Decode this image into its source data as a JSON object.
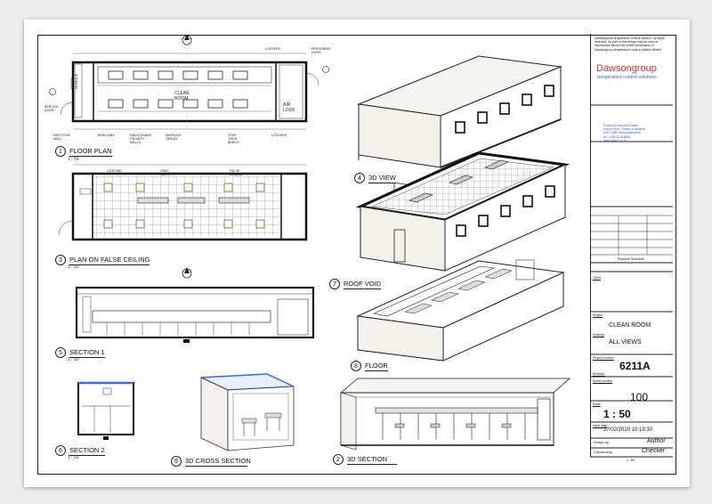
{
  "sheet": {
    "copyright_note": "Dawsongroup temperature control solution. All rights reserved. No part of this design may be used or reproduced without the written permission of Dawsongroup temperature control solution limited.",
    "company_name": "Dawsongroup",
    "company_tagline": "temperature control solutions",
    "address_lines": [
      "Foxwood Industrial Estate",
      "Export Drive, Sutton in Ashfield",
      "NG17 6BF Nottinghamshire",
      "tel : (01623) 518646",
      "www.dgtcs.co.uk"
    ],
    "revision_schedule_label": "Revision Schedule",
    "client_label": "Client",
    "project_label": "Project",
    "project_value": "CLEAN ROOM",
    "drawing_label": "Drawing",
    "drawing_value": "ALL VIEWS",
    "project_number_label": "Project number",
    "project_number_value": "6211A",
    "revision_label": "Revision",
    "sheet_number_label": "Sheet number",
    "sheet_number_value": "100",
    "scale_label": "Scale",
    "scale_value": "1 : 50",
    "issue_date_label": "Issue date",
    "issue_date_value": "27/02/2020 10:19:30",
    "drawn_by_label": "Drawn by",
    "drawn_by_value": "Author",
    "checked_by_label": "Checked by",
    "checked_by_value": "Checker",
    "footer_scale": "1 : 50"
  },
  "views": {
    "v1": {
      "num": "1",
      "title": "FLOOR PLAN",
      "scale": "1 : 50"
    },
    "v2": {
      "num": "2",
      "title": "3D SECTION"
    },
    "v3": {
      "num": "3",
      "title": "PLAN ON FALSE CEILING",
      "scale": "1 : 50"
    },
    "v4": {
      "num": "4",
      "title": "3D VIEW"
    },
    "v5": {
      "num": "5",
      "title": "SECTION 1",
      "scale": "1 : 50"
    },
    "v6": {
      "num": "6",
      "title": "SECTION 2",
      "scale": "1 : 50"
    },
    "v7": {
      "num": "7",
      "title": "ROOF VOID"
    },
    "v8": {
      "num": "8",
      "title": "FLOOR"
    },
    "v9": {
      "num": "9",
      "title": "3D CROSS SECTION"
    }
  },
  "floor_plan_labels": {
    "clean_room": "CLEAN ROOM",
    "air_lock": "AIR LOCK",
    "room_module": "ROOM MODULE",
    "lockers_top": "LOCKERS",
    "personnel_door": "PERSONNEL DOOR",
    "service_door": "SERVICE DOOR",
    "partition_wall": "PARTITION WALL",
    "benching": "BENCHING",
    "dado_board": "DADO BOARD ON BATH WALLS",
    "working_tables": "WORKING TABLES",
    "step_over_bench": "STEP OVER BENCH",
    "lockers_bottom": "LOCKERS"
  },
  "ceiling_labels": {
    "lighting": "LIGHTING",
    "hvac_units": "HVAC UNITS",
    "false_ceiling": "FALSE CEILING"
  }
}
